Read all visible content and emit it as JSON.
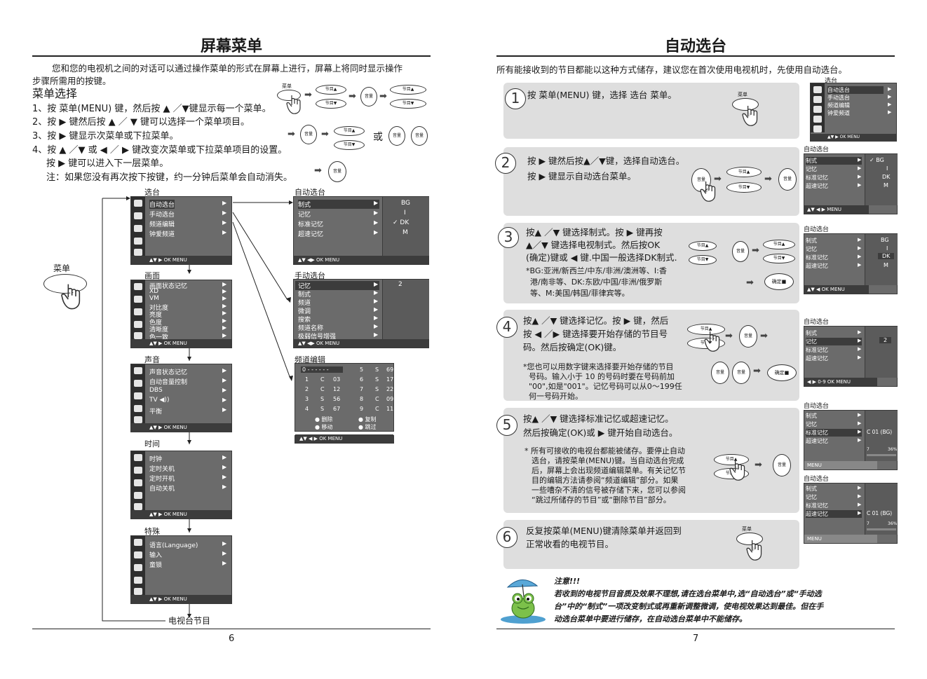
{
  "left": {
    "title": "屏幕菜单",
    "intro_line1": "您和您的电视机之间的对话可以通过操作菜单的形式在屏幕上进行，屏幕上将同时显示操作",
    "intro_line2": "步骤所需用的按键。",
    "section_title": "菜单选择",
    "steps": [
      "1、按 菜单(MENU) 键，然后按 ▲ ／▼键显示每一个菜单。",
      "2、按 ▶ 键然后按 ▲ ／ ▼ 键可以选择一个菜单项目。",
      "3、按 ▶ 键显示次菜单或下拉菜单。",
      "4、按 ▲ ／▼ 或 ◀ ／ ▶ 键改变次菜单或下拉菜单项目的设置。",
      "按 ▶ 键可以进入下一层菜单。"
    ],
    "note": "注：如果您没有再次按下按键，约一分钟后菜单会自动消失。",
    "remote_labels": {
      "menu": "菜单",
      "ch_up": "节目▲",
      "ch_down": "节目▼",
      "vol": "音量",
      "or": "或"
    },
    "menu_side_label": "菜单",
    "menus": [
      {
        "label": "选台",
        "items": [
          "自动选台",
          "手动选台",
          "频道编辑",
          "钟爱频道"
        ],
        "footer": "▲▼ ▶  OK  MENU"
      },
      {
        "label": "画面",
        "items": [
          "画面状态记忆",
          "XD",
          "VM",
          "对比度",
          "亮度",
          "色度",
          "清晰度",
          "色一致"
        ],
        "footer": "▲▼ ▶  OK  MENU"
      },
      {
        "label": "声音",
        "items": [
          "声音状态记忆",
          "自动音量控制",
          "DBS",
          "TV ◀))",
          "平衡"
        ],
        "footer": "▲▼ ▶  OK  MENU"
      },
      {
        "label": "时间",
        "items": [
          "时钟",
          "定时关机",
          "定时开机",
          "自动关机"
        ],
        "footer": "▲▼ ▶  OK  MENU"
      },
      {
        "label": "特殊",
        "items": [
          "语言(Language)",
          "输入",
          "童锁"
        ],
        "footer": "▲▼ ▶  OK  MENU"
      }
    ],
    "submenus": [
      {
        "label": "自动选台",
        "items": [
          "制式",
          "记忆",
          "标准记忆",
          "超速记忆"
        ],
        "options": [
          "BG",
          "I",
          "✓ DK",
          "M"
        ],
        "footer": "▲▼ ◀▶  OK  MENU"
      },
      {
        "label": "手动选台",
        "items": [
          "记忆",
          "制式",
          "频道",
          "微调",
          "搜索",
          "频道名称",
          "极弱信号增强"
        ],
        "value": "2",
        "footer": "▲▼ ◀▶  OK  MENU"
      },
      {
        "label": "频道编辑",
        "rows": [
          [
            "0 - - - - - -",
            "5",
            "S",
            "69"
          ],
          [
            "1",
            "C",
            "03",
            "6",
            "S",
            "17"
          ],
          [
            "2",
            "C",
            "12",
            "7",
            "S",
            "22"
          ],
          [
            "3",
            "S",
            "56",
            "8",
            "C",
            "09"
          ],
          [
            "4",
            "S",
            "67",
            "9",
            "C",
            "11"
          ]
        ],
        "legend": [
          "● 删除",
          "● 复制",
          "● 移动",
          "● 跳过"
        ],
        "footer": "▲▼ ◀ ▶  OK   MENU"
      }
    ],
    "bottom_label": "电视台节目",
    "page_number": "6"
  },
  "right": {
    "title": "自动选台",
    "intro": "所有能接收到的节目都能以这种方式储存，建议您在首次使用电视机时，先使用自动选台。",
    "steps": [
      {
        "num": "1",
        "lines": [
          "按 菜单(MENU) 键，选择 选台 菜单。"
        ]
      },
      {
        "num": "2",
        "lines": [
          "按 ▶ 键然后按▲／▼键，选择自动选台。",
          "按 ▶ 键显示自动选台菜单。"
        ]
      },
      {
        "num": "3",
        "lines": [
          "按▲ ／▼ 键选择制式。按 ▶ 键再按",
          "▲／▼ 键选择电视制式。然后按OK",
          "(确定)键或 ◀ 键.中国一般选择DK制式."
        ],
        "note": [
          "*BG:亚洲/新西兰/中东/非洲/澳洲等、I:香",
          "港/南非等、DK:东欧/中国/非洲/俄罗斯",
          "等、M:美国/韩国/菲律宾等。"
        ]
      },
      {
        "num": "4",
        "lines": [
          "按▲ ／▼ 键选择记忆。按 ▶ 键，然后",
          "按 ◀ ／▶  键选择要开始存储的节目号",
          "码。然后按确定(OK)键。"
        ],
        "note": [
          "*您也可以用数字键来选择要开始存储的节目",
          "号码。输入小于  10 的号码时要在号码前加",
          "\"00\",如是\"001\"。记忆号码可以从0～199任",
          "何一号码开始。"
        ]
      },
      {
        "num": "5",
        "lines": [
          "按▲ ／▼ 键选择标准记忆或超速记忆。",
          "然后按确定(OK)或 ▶ 键开始自动选台。"
        ],
        "note": [
          "*  所有可接收的电视台都能被储存。要停止自动",
          "选台，请按菜单(MENU)键。当自动选台完成",
          "后，屏幕上会出现频道编辑菜单。有关记忆节",
          "目的编辑方法请参阅“频道编辑”部分。如果",
          "一些嘈杂不清的信号被存储下来，您可以参阅",
          "“跳过所储存的节目”或“删除节目”部分。"
        ]
      },
      {
        "num": "6",
        "lines": [
          "反复按菜单(MENU)键清除菜单并返回到",
          "正常收看的电视节目。"
        ]
      }
    ],
    "remote_labels": {
      "menu": "菜单",
      "ch_up": "节目▲",
      "ch_down": "节目▼",
      "vol": "音量",
      "ok": "确定■"
    },
    "panels": [
      {
        "label": "选台",
        "items": [
          "自动选台",
          "手动选台",
          "频道编辑",
          "钟爱频道"
        ],
        "footer": "▲▼ ▶  OK  MENU"
      },
      {
        "label": "自动选台",
        "items": [
          "制式",
          "记忆",
          "标准记忆",
          "超速记忆"
        ],
        "options": [
          "✓ BG",
          "I",
          "DK",
          "M"
        ],
        "footer": "▲▼ ◀ ▶  MENU"
      },
      {
        "label": "自动选台",
        "items": [
          "制式",
          "记忆",
          "标准记忆",
          "超速记忆"
        ],
        "options": [
          "BG",
          "I",
          "DK",
          "M"
        ],
        "footer": "▲▼ ◀  OK  MENU"
      },
      {
        "label": "自动选台",
        "items": [
          "制式",
          "记忆",
          "标准记忆",
          "超速记忆"
        ],
        "value": "2",
        "footer": "◀ ▶ 0-9  OK  MENU"
      },
      {
        "label": "自动选台",
        "items": [
          "制式",
          "记忆",
          "标准记忆",
          "超速记忆"
        ],
        "value": "C 01 (BG)",
        "progress_ch": "7",
        "progress_pct": "36%",
        "footer": "MENU"
      },
      {
        "label": "自动选台",
        "items": [
          "制式",
          "记忆",
          "标准记忆",
          "超速记忆"
        ],
        "value": "C 01 (BG)",
        "progress_ch": "7",
        "progress_pct": "36%",
        "footer": "MENU"
      }
    ],
    "warning_title": "注意!!!",
    "warning_lines": [
      "若收到的电视节目音质及效果不理想,请在选台菜单中,选“自动选台”或“手动选",
      "台”中的“制式”一项改变制式或再重新调整微调，使电视效果达到最佳。但在手",
      "动选台菜单中要进行储存，在自动选台菜单中不能储存。"
    ],
    "page_number": "7"
  }
}
